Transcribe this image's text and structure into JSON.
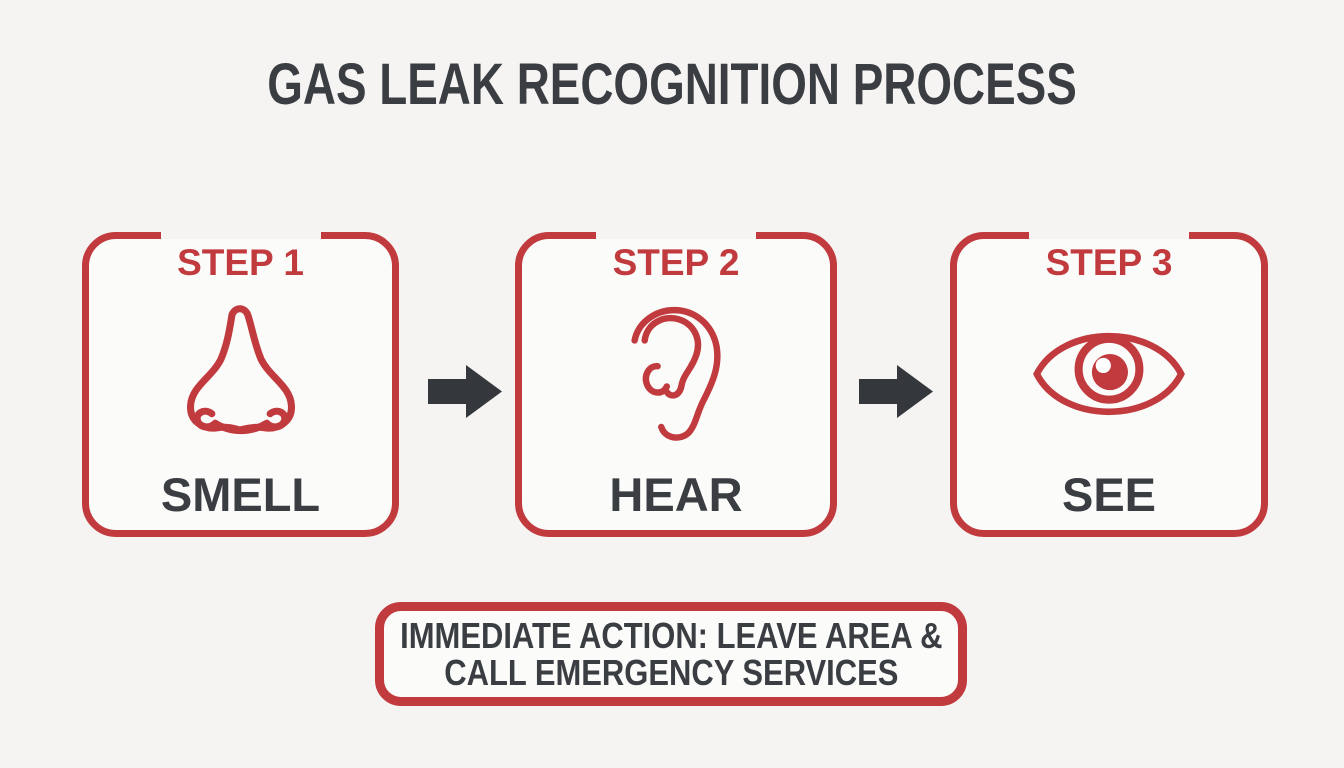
{
  "title": "GAS LEAK RECOGNITION PROCESS",
  "steps": [
    {
      "number": "STEP 1",
      "sense": "SMELL",
      "icon": "nose-icon"
    },
    {
      "number": "STEP 2",
      "sense": "HEAR",
      "icon": "ear-icon"
    },
    {
      "number": "STEP 3",
      "sense": "SEE",
      "icon": "eye-icon"
    }
  ],
  "flow": {
    "connector_icon": "arrow-right-icon"
  },
  "action_banner": {
    "line1": "IMMEDIATE ACTION: LEAVE AREA &",
    "line2": "CALL EMERGENCY SERVICES"
  },
  "colors": {
    "accent_red": "#C13A3E",
    "text_dark": "#3A3D42",
    "arrow_dark": "#34383C",
    "background": "#F5F4F2",
    "card_background": "#FBFBFA",
    "highlight_white": "#FFFFFF"
  }
}
